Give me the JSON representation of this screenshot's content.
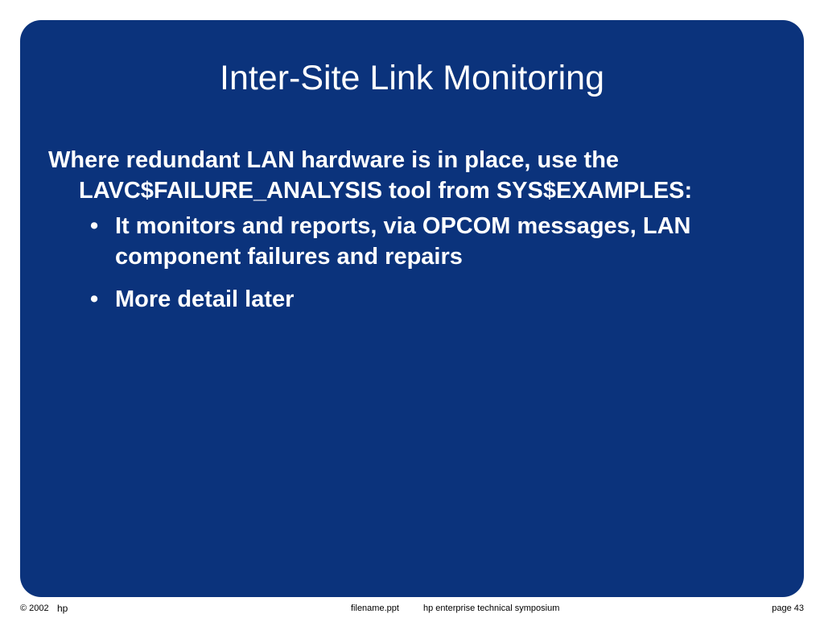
{
  "slide": {
    "title": "Inter-Site Link Monitoring",
    "intro": "Where redundant LAN hardware is in place, use the LAVC$FAILURE_ANALYSIS tool from SYS$EXAMPLES:",
    "bullet_symbol": "•",
    "bullets": [
      {
        "text": "It monitors and reports, via OPCOM messages, LAN component failures and repairs"
      },
      {
        "text": "More detail later"
      }
    ]
  },
  "footer": {
    "copyright": "© 2002",
    "logo": "hp",
    "filename": "filename.ppt",
    "event": "hp enterprise technical symposium",
    "page": "page 43"
  },
  "colors": {
    "panel_background": "#0b337c",
    "text": "#ffffff",
    "footer_text": "#000000"
  }
}
